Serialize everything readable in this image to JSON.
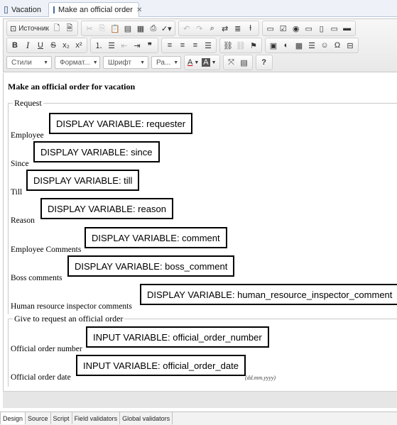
{
  "editor_tabs": [
    {
      "label": "Vacation",
      "active": false
    },
    {
      "label": "Make an official order",
      "active": true
    }
  ],
  "toolbar": {
    "row1": {
      "source_label": "Источник"
    },
    "row3": {
      "styles": "Стили",
      "format": "Формат...",
      "font": "Шрифт",
      "size": "Ра...",
      "help": "?"
    }
  },
  "form": {
    "heading": "Make an official order for vacation",
    "request": {
      "legend": "Request",
      "fields": [
        {
          "label": "Employee",
          "widget": "DISPLAY VARIABLE: requester"
        },
        {
          "label": "Since",
          "widget": "DISPLAY VARIABLE: since"
        },
        {
          "label": "Till",
          "widget": "DISPLAY VARIABLE: till"
        },
        {
          "label": "Reason",
          "widget": "DISPLAY VARIABLE: reason"
        },
        {
          "label": "Employee Comments",
          "widget": "DISPLAY VARIABLE: comment"
        },
        {
          "label": "Boss comments",
          "widget": "DISPLAY VARIABLE: boss_comment"
        },
        {
          "label": "Human resource inspector comments",
          "widget": "DISPLAY VARIABLE: human_resource_inspector_comment"
        }
      ]
    },
    "order": {
      "legend": "Give to request an official order",
      "fields": [
        {
          "label": "Official order number",
          "widget": "INPUT VARIABLE: official_order_number"
        },
        {
          "label": "Official order date",
          "widget": "INPUT VARIABLE: official_order_date"
        }
      ],
      "date_hint": "(dd.mm.yyyy)"
    }
  },
  "designer_tabs": [
    "Design",
    "Source",
    "Script",
    "Field validators",
    "Global validators"
  ]
}
